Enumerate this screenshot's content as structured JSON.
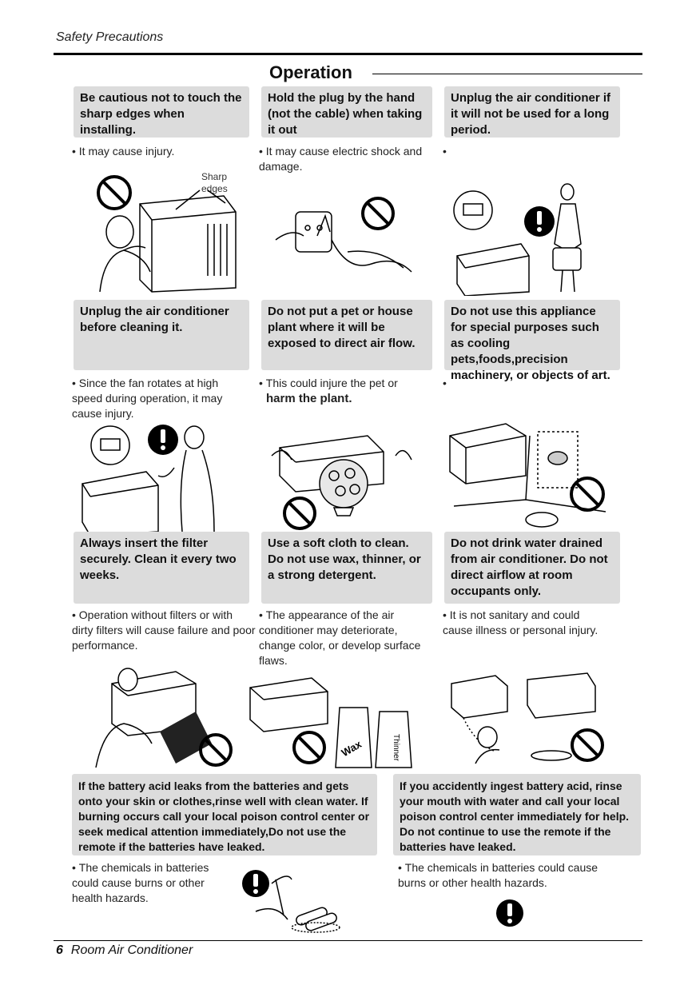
{
  "header": {
    "title": "Safety Precautions"
  },
  "section": {
    "title": "Operation"
  },
  "cards": [
    {
      "box": "Be cautious not to touch the sharp edges when installing.",
      "note": "It may cause injury.",
      "callout": "Sharp edges"
    },
    {
      "box": "Hold the plug by the hand (not the cable) when taking it out",
      "note": "It may cause electric shock and damage."
    },
    {
      "box": "Unplug the air conditioner if it will not be used for a long period.",
      "note": ""
    },
    {
      "box": "Unplug the air conditioner before cleaning it.",
      "note": "Since the fan rotates at high speed during operation, it may cause injury."
    },
    {
      "box": "Do not put a pet or house plant where it will be exposed to direct air flow.",
      "note_a": "This could injure the pet or",
      "note_b": "harm the plant."
    },
    {
      "box": "Do not use this appliance for special purposes such as cooling pets,foods,precision machinery, or objects of art.",
      "note": ""
    },
    {
      "box": "Always insert the filter securely. Clean it every two weeks.",
      "note": "Operation without filters or with dirty filters will cause failure and poor performance."
    },
    {
      "box": "Use a soft cloth to clean. Do not use wax, thinner, or a strong detergent.",
      "note": "The appearance of the air conditioner may deteriorate, change color, or develop surface flaws.",
      "labels": [
        "Wax",
        "Thinner"
      ]
    },
    {
      "box": "Do not drink water drained from air conditioner. Do not direct airflow at room occupants only.",
      "note": "It is not sanitary and could cause illness or personal injury."
    }
  ],
  "wide": [
    {
      "box": "If the battery acid leaks from the batteries and gets onto your skin or clothes,rinse well with clean water. If burning occurs call your local poison control center or seek medical attention immediately,Do not use the remote if the batteries have leaked.",
      "note": "The chemicals in batteries could cause burns or other health hazards."
    },
    {
      "box": "If you accidently ingest battery acid, rinse your mouth with water and call your local poison control center immediately for help. Do not continue to use the remote if the batteries have leaked.",
      "note": "The chemicals in batteries could cause burns or other health hazards."
    }
  ],
  "footer": {
    "page": "6",
    "title": "Room Air Conditioner"
  }
}
